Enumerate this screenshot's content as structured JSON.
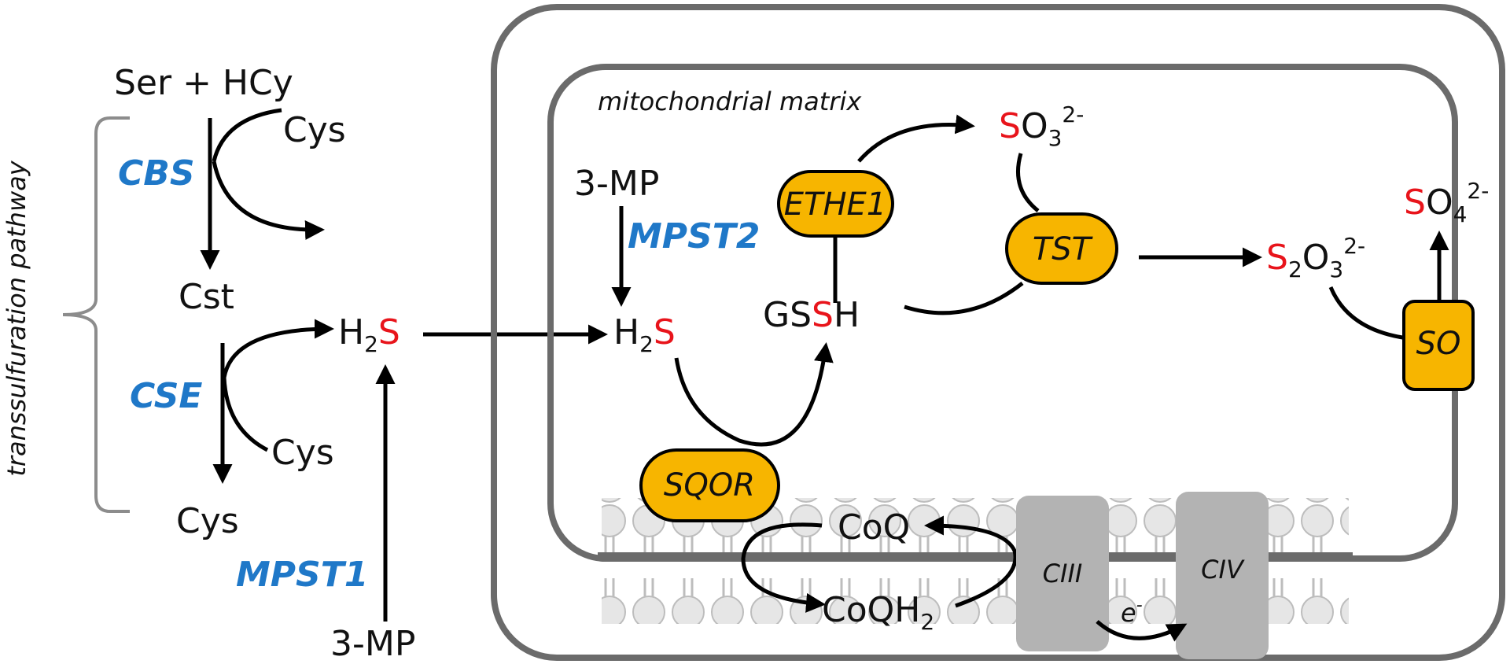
{
  "labels": {
    "pathway": "transsulfuration pathway",
    "ser_hcy": "Ser + HCy",
    "cys1": "Cys",
    "cbs": "CBS",
    "cst": "Cst",
    "cse": "CSE",
    "cys2": "Cys",
    "cys3": "Cys",
    "mpst1": "MPST1",
    "mp_bottom": "3-MP",
    "h2s_outer": {
      "h": "H",
      "sub": "2",
      "s": "S"
    },
    "matrix": "mitochondrial matrix",
    "mp_inner": "3-MP",
    "mpst2": "MPST2",
    "h2s_inner": {
      "h": "H",
      "sub": "2",
      "s": "S"
    },
    "gssh": {
      "pre": "GS",
      "s": "S",
      "post": "H"
    },
    "so3": {
      "s": "S",
      "o": "O",
      "sub": "3",
      "sup": "2-"
    },
    "s2o3": {
      "s": "S",
      "sub1": "2",
      "o": "O",
      "sub2": "3",
      "sup": "2-"
    },
    "so4": {
      "s": "S",
      "o": "O",
      "sub": "4",
      "sup": "2-"
    },
    "ethe1": "ETHE1",
    "tst": "TST",
    "sqor": "SQOR",
    "so": "SO",
    "coq": "CoQ",
    "coqh2": {
      "base": "CoQH",
      "sub": "2"
    },
    "ciii": "CIII",
    "civ": "CIV",
    "electron": {
      "base": "e",
      "sup": "-"
    }
  },
  "colors": {
    "enzyme_text": "#1f78c8",
    "sulfur": "#e8141b",
    "enzyme_fill": "#f7b500",
    "complex_fill": "#b3b3b3",
    "membrane": "#6b6b6b",
    "lipid": "#e6e6e6"
  }
}
